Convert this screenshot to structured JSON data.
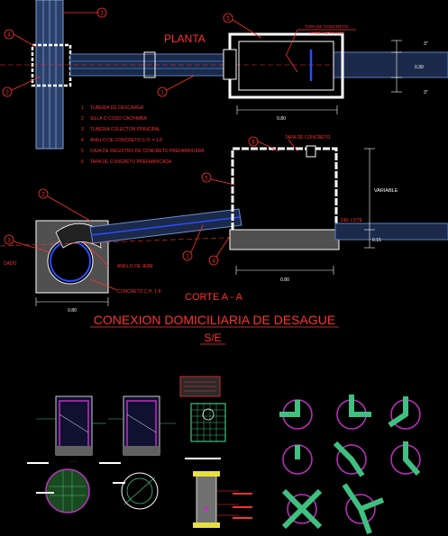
{
  "plan": {
    "title": "PLANTA",
    "tapa_label": "TAPA DE CONCRETO\nPREFABRICADO",
    "dim_bottom": "0.80",
    "dim_right_top": "3\"",
    "dim_right_mid": "0.30",
    "dim_right_bot": "3\"",
    "callouts": [
      "1",
      "2",
      "3",
      "4",
      "5"
    ]
  },
  "legend": [
    {
      "num": "1",
      "text": "TUBERIA DE DESCARGA"
    },
    {
      "num": "2",
      "text": "SILLA O CODO CACHIMBA"
    },
    {
      "num": "3",
      "text": "TUBERIA COLECTOR PRINCIPAL"
    },
    {
      "num": "4",
      "text": "ANILLO DE CONCRETO C.H. = 1:8"
    },
    {
      "num": "5",
      "text": "CAJA DE REGISTRO DE CONCRETO PREFABRICADA"
    },
    {
      "num": "6",
      "text": "TAPA DE CONCRETO PREFABRICADA"
    }
  ],
  "section": {
    "title": "CORTE A - A",
    "tapa_label": "TAPA DE CONCRETO",
    "variable": "VARIABLE",
    "del_lote": "DEL LOTE",
    "dim_015": "0.15",
    "dim_080": "0.80",
    "dado": "DADO",
    "anillo": "ANILLO DE JEBE",
    "concreto": "CONCRETO C.H. 1:8",
    "dim_bottom_left": "0.80",
    "callouts": [
      "1",
      "2",
      "3",
      "4",
      "5",
      "6"
    ]
  },
  "main_title": "CONEXION DOMICILIARIA DE DESAGUE",
  "subtitle": "S/E",
  "colors": {
    "red": "#ff3030",
    "white": "#ffffff",
    "blue": "#2a4cff",
    "pipe": "#3b6fb0",
    "magenta": "#c030c0",
    "green": "#40c080",
    "yellow": "#e8e040"
  }
}
